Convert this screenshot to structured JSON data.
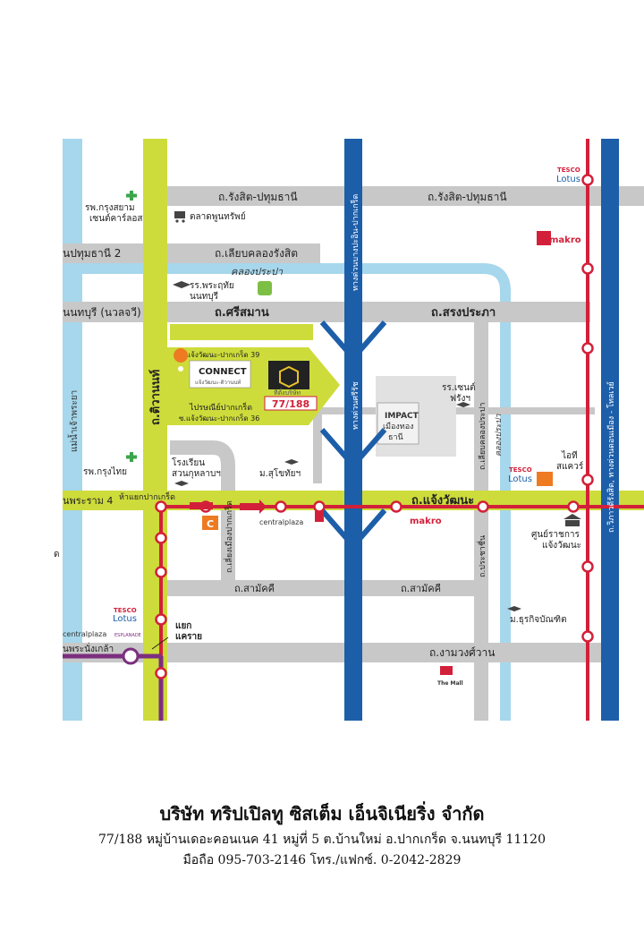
{
  "roads": {
    "rangsit_left": "ถ.รังสิต-ปทุมธานี",
    "rangsit_right": "ถ.รังสิต-ปทุมธานี",
    "liap_khlong": "ถ.เลียบคลองรังสิต",
    "pathum_thani_2": "นปทุมธานี 2",
    "khlong_prapa": "คลองประปา",
    "nonthaburi_nuan": "นนทบุรี (นวลจวี)",
    "srisaman": "ถ.ศรีสมาน",
    "songprapa": "ถ.สรงประภา",
    "soi_39": "ซ.แจ้งวัฒนะ-ปากเกร็ด 39",
    "soi_36": "ซ.แจ้งวัฒนะ-ปากเกร็ด 36",
    "tiwanon": "ถ.ติวานนท์",
    "chaeng_watthana": "ถ.แจ้งวัฒนะ",
    "phra_ram_4": "นพระราม 4",
    "liap_muang_pakkret": "ถ.เลี่ยงเมืองปากเกร็ด",
    "samakkhi_left": "ถ.สามัคคี",
    "samakkhi_right": "ถ.สามัคคี",
    "liap_khlong_prapa": "ถ.เลียบคลองประปา",
    "prachachuen": "ถ.ประชาชื่น",
    "ngamwongwan": "ถ.งามวงศ์วาน",
    "phra_nang_klao": "นพระนั่งเกล้า",
    "expressway": "ทางด่วนบางปะอิน-ปากเกร็ด",
    "expressway_si_rat": "ทางด่วนศรีรัช",
    "vibhavadi": "ถ.วิภาวดีรังสิต, ทางด่วนดอนเมือง - โทลเวย์",
    "river": "แม่น้ำเจ้าพระยา",
    "khlong_prapa_v": "คลองประปา",
    "intersection_pakkret": "ห้าแยกปากเกร็ด",
    "intersection_khae_rai": "แยก\nแคราย",
    "khae_rai_1": "แยก",
    "khae_rai_2": "แคราย"
  },
  "places": {
    "hospital_top": [
      "รพ.กรุงสยาม",
      "เซนต์คาร์ลอส"
    ],
    "market": "ตลาดพูนทรัพย์",
    "school_prachathipat": [
      "รร.พระฤทัย",
      "นนทบุรี"
    ],
    "post_office": "ไปรษณีย์ปากเกร็ด",
    "connect_brand": "CONNECT",
    "connect_sub": "แจ้งวัฒนะ-ติวานนท์",
    "target_small": "ที่ตั้งบริษัท",
    "target_unit": "77/188",
    "impact": [
      "IMPACT",
      "เมืองทอง",
      "ธานี"
    ],
    "school_st_francis": [
      "รร.เซนต์",
      "ฟรังฯ"
    ],
    "school_suanrot": [
      "โรงเรียน",
      "สวนกุหลาบฯ"
    ],
    "hospital_krungthai": "รพ.กรุงไทย",
    "sukhothai_uni": "ม.สุโขทัยฯ",
    "it_square": [
      "ไอที",
      "สแควร์"
    ],
    "government_center": [
      "ศูนย์ราชการ",
      "แจ้งวัฒนะ"
    ],
    "dhurakij": "ม.ธุรกิจบัณฑิต",
    "central_plaza_1": "centralplaza",
    "central_plaza_2": "centralplaza",
    "esplanade": "ESPLANADE",
    "the_mall": "The Mall",
    "makro_top": "makro",
    "makro_mid": "makro",
    "tesco_top": [
      "TESCO",
      "Lotus"
    ],
    "tesco_mid": [
      "TESCO",
      "Lotus"
    ],
    "tesco_left": [
      "TESCO",
      "Lotus"
    ],
    "bigc_label": "C",
    "left_edge_letter": "ด"
  },
  "footer": {
    "company": "บริษัท ทริปเปิลทู ซิสเต็ม เอ็นจิเนียริ่ง จำกัด",
    "address": "77/188 หมู่บ้านเดอะคอนเนค 41 หมู่ที่ 5 ต.บ้านใหม่ อ.ปากเกร็ด จ.นนทบุรี 11120",
    "phone": "มือถือ 095-703-2146  โทร./แฟกซ์. 0-2042-2829"
  },
  "colors": {
    "road_gray": "#c8c8c8",
    "road_green": "#cddc3b",
    "water": "#a6d7ec",
    "expressway_blue": "#1d5ea9",
    "rail_red": "#d3203a",
    "rail_purple": "#7c2e7e",
    "connect_orange": "#ee7a22"
  },
  "icons": [
    "hospital-cross-icon",
    "cart-icon",
    "school-cap-icon",
    "government-building-icon",
    "location-pin-icon",
    "train-station-icon"
  ]
}
